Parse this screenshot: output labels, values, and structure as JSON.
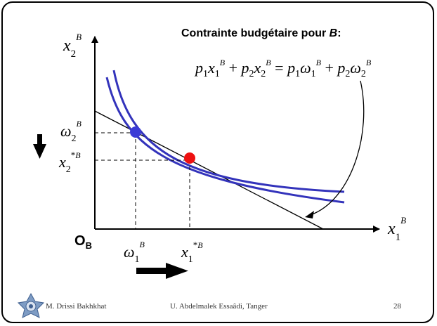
{
  "slide": {
    "title_text": "Contrainte budgétaire pour ",
    "title_var": "B",
    "title_colon": ":",
    "origin_label": "O",
    "origin_sub": "B",
    "footer": {
      "author": "M. Drissi Bakhkhat",
      "institution": "U. Abdelmalek Essaâdi, Tanger",
      "page": "28"
    }
  },
  "colors": {
    "curves": "#3333bb",
    "endowment_point": "#3a3ad6",
    "optimum_point": "#ee1111",
    "axes": "#000000"
  },
  "icons": [
    "arrow-down-icon",
    "arrow-right-icon",
    "logo-icon"
  ]
}
